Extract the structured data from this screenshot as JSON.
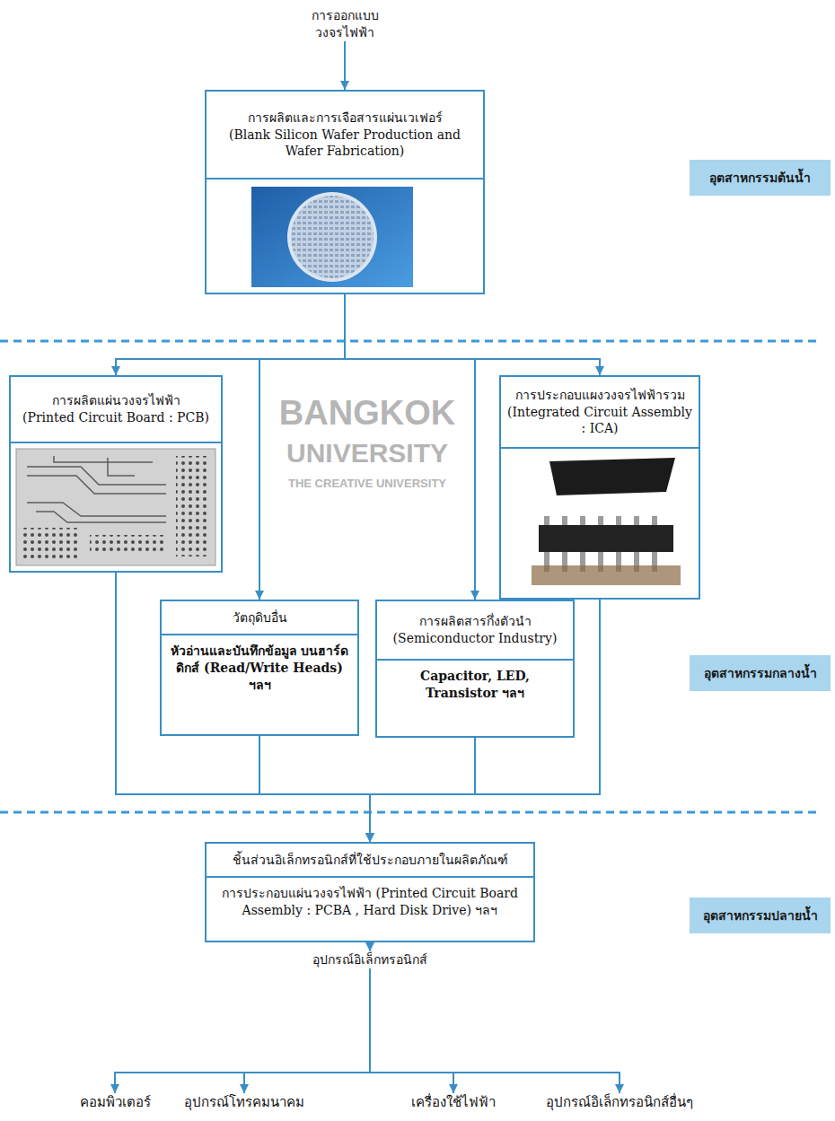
{
  "diagram": {
    "nodes": [
      {
        "text": [
          "การออกแบบ วงจรไฟฟ้า"
        ]
      },
      {
        "text": [
          "การผลิตและการเจือสารแผ่นเวเฟอร์",
          "(Blank Silicon Wafer Production and Wafer Fabrication)"
        ]
      },
      {
        "text": [
          "อุตสาหกรรมต้นน้ำ"
        ]
      },
      {
        "text": [
          "การผลิตแผ่นวงจรไฟฟ้า",
          "(Printed Circuit Board : PCB)"
        ]
      },
      {
        "text": [
          "การประกอบแผงวงจรไฟฟ้ารวม",
          "(Integrated Circuit Assembly : ICA)"
        ]
      },
      {
        "text": [
          "วัตถุดิบอื่น",
          "หัวอ่านและบันทึกข้อมูล บนฮาร์ดดิกส์ (Read/Write Heads) ฯลฯ"
        ]
      },
      {
        "text": [
          "การผลิตสารกึ่งตัวนำ",
          "(Semiconductor Industry)",
          "Capacitor, LED, Transistor ฯลฯ"
        ]
      },
      {
        "text": [
          "อุตสาหกรรมกลางน้ำ"
        ]
      },
      {
        "text": [
          "ชิ้นส่วนอิเล็กทรอนิกส์ที่ใช้ประกอบภายในผลิตภัณฑ์",
          "การประกอบแผ่นวงจรไฟฟ้า (Printed Circuit Board Assembly : PCBA , Hard Disk Drive) ฯลฯ"
        ]
      },
      {
        "text": [
          "อุตสาหกรรมปลายน้ำ"
        ]
      },
      {
        "text": [
          "อุปกรณ์อิเล็กทรอนิกส์"
        ]
      },
      {
        "text": [
          "คอมพิวเตอร์"
        ]
      },
      {
        "text": [
          "อุปกรณ์โทรคมนาคม"
        ]
      },
      {
        "text": [
          "เครื่องใช้ไฟฟ้า"
        ]
      },
      {
        "text": [
          "อุปกรณ์อิเล็กทรอนิกส์อื่นๆ"
        ]
      }
    ],
    "edges": [
      {
        "from": 0,
        "to": 1,
        "arrow": "to"
      },
      {
        "from": 1,
        "to": 3,
        "arrow": "to"
      },
      {
        "from": 1,
        "to": 5,
        "arrow": "to"
      },
      {
        "from": 1,
        "to": 6,
        "arrow": "to"
      },
      {
        "from": 1,
        "to": 4,
        "arrow": "to"
      },
      {
        "from": 3,
        "to": 8,
        "arrow": "to"
      },
      {
        "from": 5,
        "to": 8,
        "arrow": "to"
      },
      {
        "from": 6,
        "to": 8,
        "arrow": "to"
      },
      {
        "from": 4,
        "to": 8,
        "arrow": "to"
      },
      {
        "from": 8,
        "to": 10,
        "arrow": "to"
      },
      {
        "from": 10,
        "to": 11,
        "arrow": "to"
      },
      {
        "from": 10,
        "to": 12,
        "arrow": "to"
      },
      {
        "from": 10,
        "to": 13,
        "arrow": "to"
      },
      {
        "from": 10,
        "to": 14,
        "arrow": "to"
      }
    ],
    "labels": [
      "BANGKOK",
      "UNIVERSITY",
      "THE CREATIVE UNIVERSITY"
    ]
  }
}
